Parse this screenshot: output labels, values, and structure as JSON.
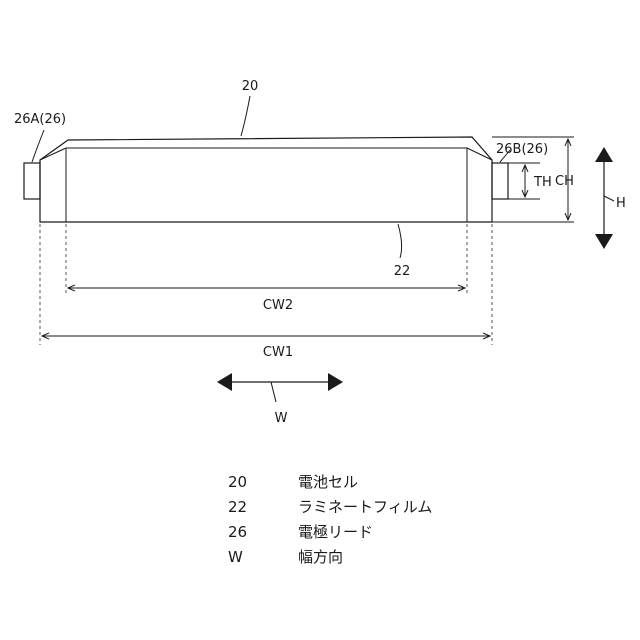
{
  "labels": {
    "cell": "20",
    "film": "22",
    "lead_a": "26A(26)",
    "lead_b": "26B(26)",
    "th": "TH",
    "ch": "CH",
    "h": "H",
    "cw2": "CW2",
    "cw1": "CW1",
    "w": "W"
  },
  "legend": [
    {
      "code": "20",
      "desc": "電池セル"
    },
    {
      "code": "22",
      "desc": "ラミネートフィルム"
    },
    {
      "code": "26",
      "desc": "電極リード"
    },
    {
      "code": "W",
      "desc": "幅方向"
    }
  ]
}
